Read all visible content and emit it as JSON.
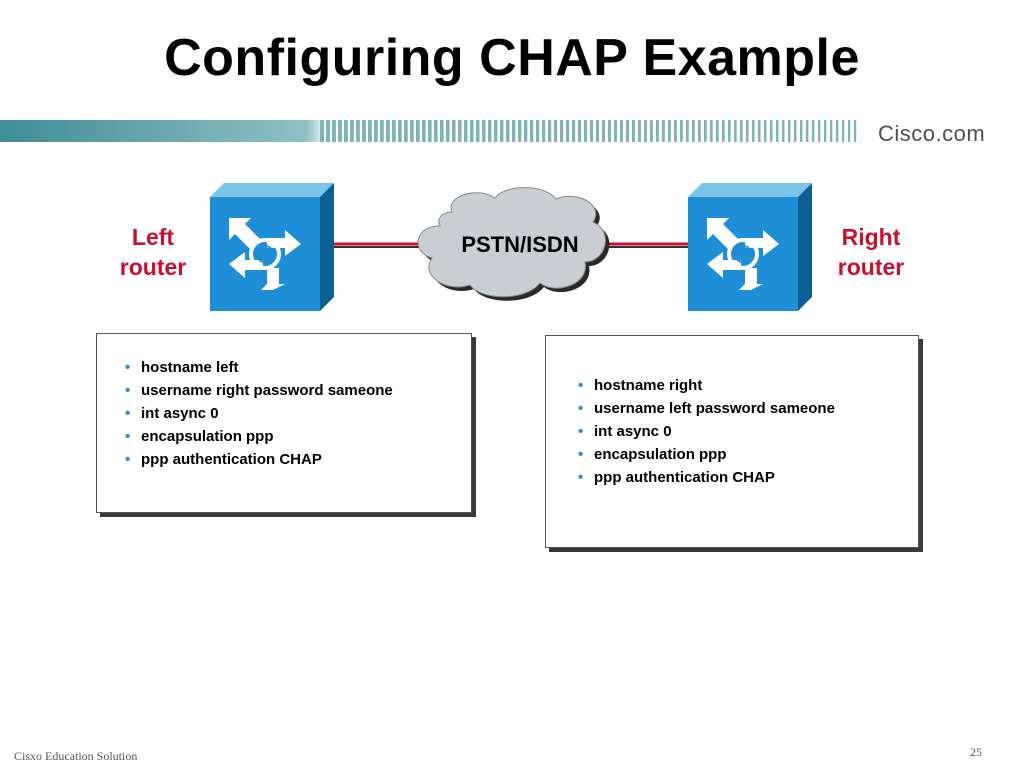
{
  "slide": {
    "title": "Configuring CHAP Example",
    "brand": "Cisco.com",
    "footer_left": "Cisxo Education Solution",
    "page_number": "25"
  },
  "diagram": {
    "left_router": {
      "line1": "Left",
      "line2": "router"
    },
    "right_router": {
      "line1": "Right",
      "line2": "router"
    },
    "cloud_label": "PSTN/ISDN",
    "colors": {
      "router_blue": "#1e8fd6",
      "label_red": "#c8102e",
      "link": "#c8102e",
      "cloud": "#c7cdd2"
    }
  },
  "config": {
    "left": [
      "hostname left",
      "username right password sameone",
      "int async 0",
      "encapsulation ppp",
      "ppp authentication CHAP"
    ],
    "right": [
      "hostname right",
      "username left password sameone",
      "int async 0",
      "encapsulation ppp",
      "ppp authentication CHAP"
    ]
  }
}
